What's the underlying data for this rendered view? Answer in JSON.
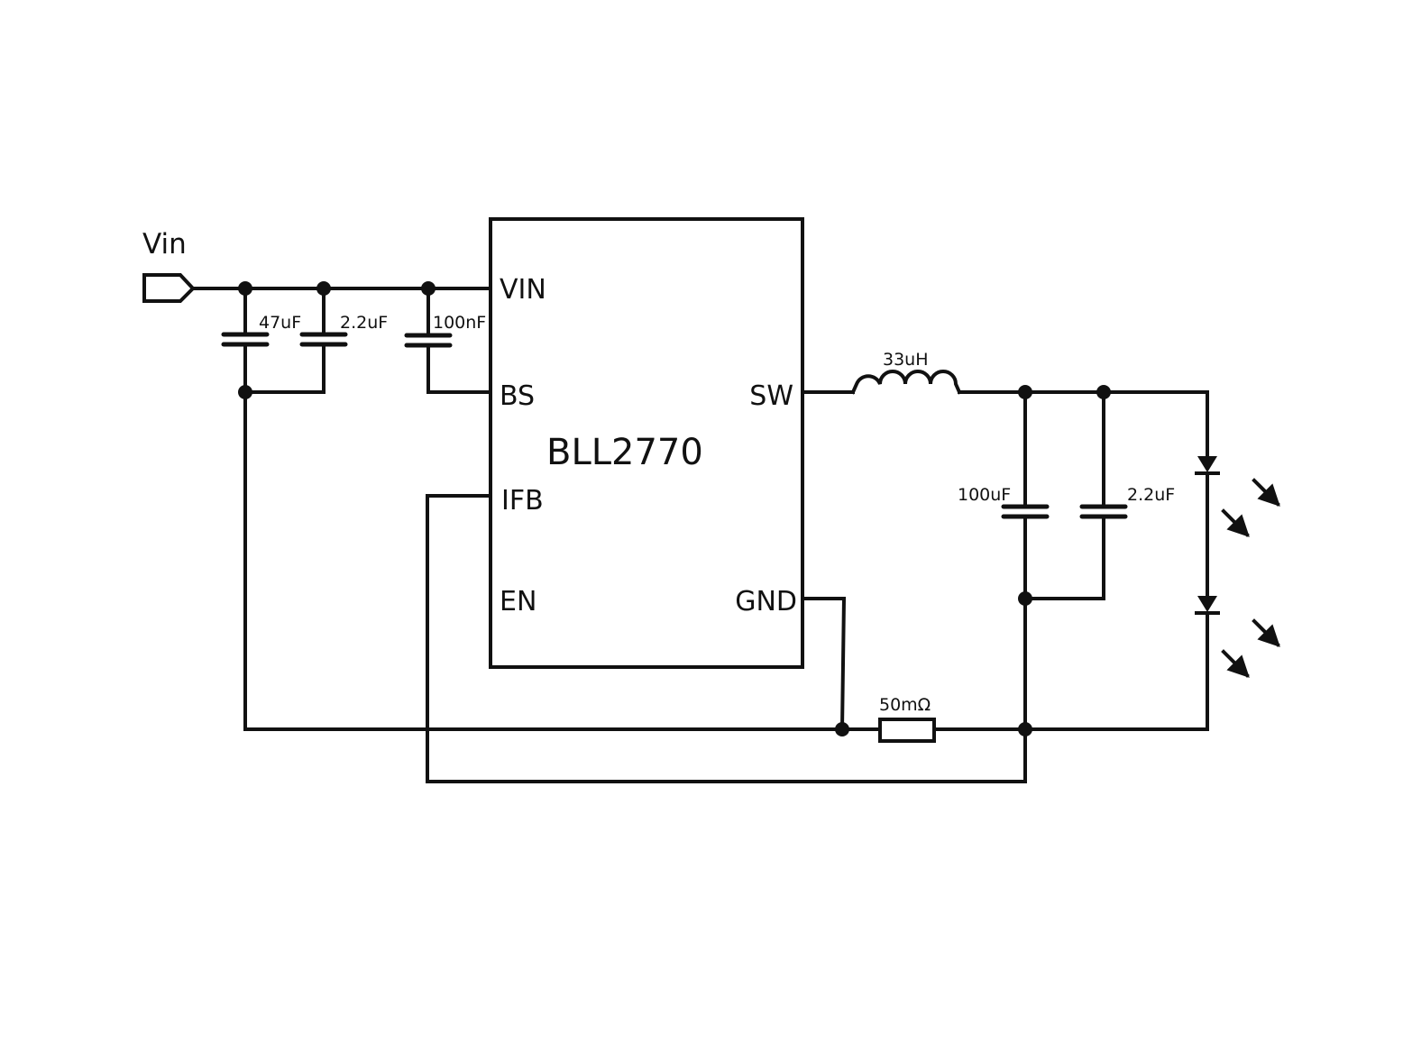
{
  "input_label": "Vin",
  "chip": {
    "name": "BLL2770",
    "pins": {
      "vin": "VIN",
      "bs": "BS",
      "ifb": "IFB",
      "en": "EN",
      "sw": "SW",
      "gnd": "GND"
    }
  },
  "components": {
    "c_in1": "47uF",
    "c_in2": "2.2uF",
    "c_boot": "100nF",
    "inductor": "33uH",
    "c_out1": "100uF",
    "c_out2": "2.2uF",
    "sense_resistor": "50mΩ"
  },
  "led_count": 2
}
